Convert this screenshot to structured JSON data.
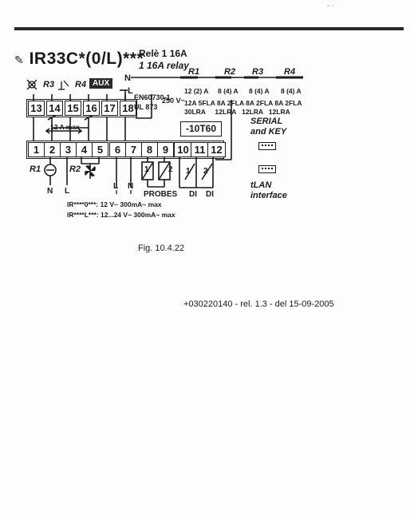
{
  "header": {
    "model": "IR33C*(0/L)***",
    "relay_it": "Relè 1 16A",
    "relay_en": "1 16A relay"
  },
  "labels": {
    "R3": "R3",
    "R4": "R4",
    "aux": "AUX",
    "N": "N",
    "L": "L",
    "en_std": "EN60730-1",
    "ul_std": "UL 873",
    "voltage": "250 V~",
    "r1": "R1",
    "r2": "R2",
    "r3": "R3",
    "r4": "R4",
    "rating_a": [
      "12 (2) A",
      "8 (4) A",
      "8 (4) A",
      "8 (4) A"
    ],
    "rating_fla": "12A 5FLA 8A 2FLA 8A 2FLA 8A 2FLA",
    "rating_lra": "30LRA     12LRA   12LRA   12LRA",
    "t_rating": "-10T60",
    "max_current": "12 A max",
    "serial_1": "SERIAL",
    "serial_2": "and KEY",
    "tlan_1": "tLAN",
    "tlan_2": "interface",
    "R1": "R1",
    "R2": "R2",
    "bottom_N": "N",
    "bottom_L": "L",
    "supply_L": "L",
    "supply_N": "N",
    "probes": "PROBES",
    "di1": "DI",
    "di2": "DI",
    "probe1": "1",
    "probe2": "2",
    "di_1": "1",
    "di_2": "2",
    "supply1": "IR****0***: 12 V~ 300mA~ max",
    "supply2": "IR****L***: 12...24 V~ 300mA~ max"
  },
  "terminals_top": [
    "13",
    "14",
    "15",
    "16",
    "17",
    "18"
  ],
  "terminals_bottom": [
    "1",
    "2",
    "3",
    "4",
    "5",
    "6",
    "7",
    "8",
    "9",
    "10",
    "11",
    "12"
  ],
  "caption": "Fig. 10.4.22",
  "revision": "+030220140 - rel. 1.3 - del 15-09-2005"
}
